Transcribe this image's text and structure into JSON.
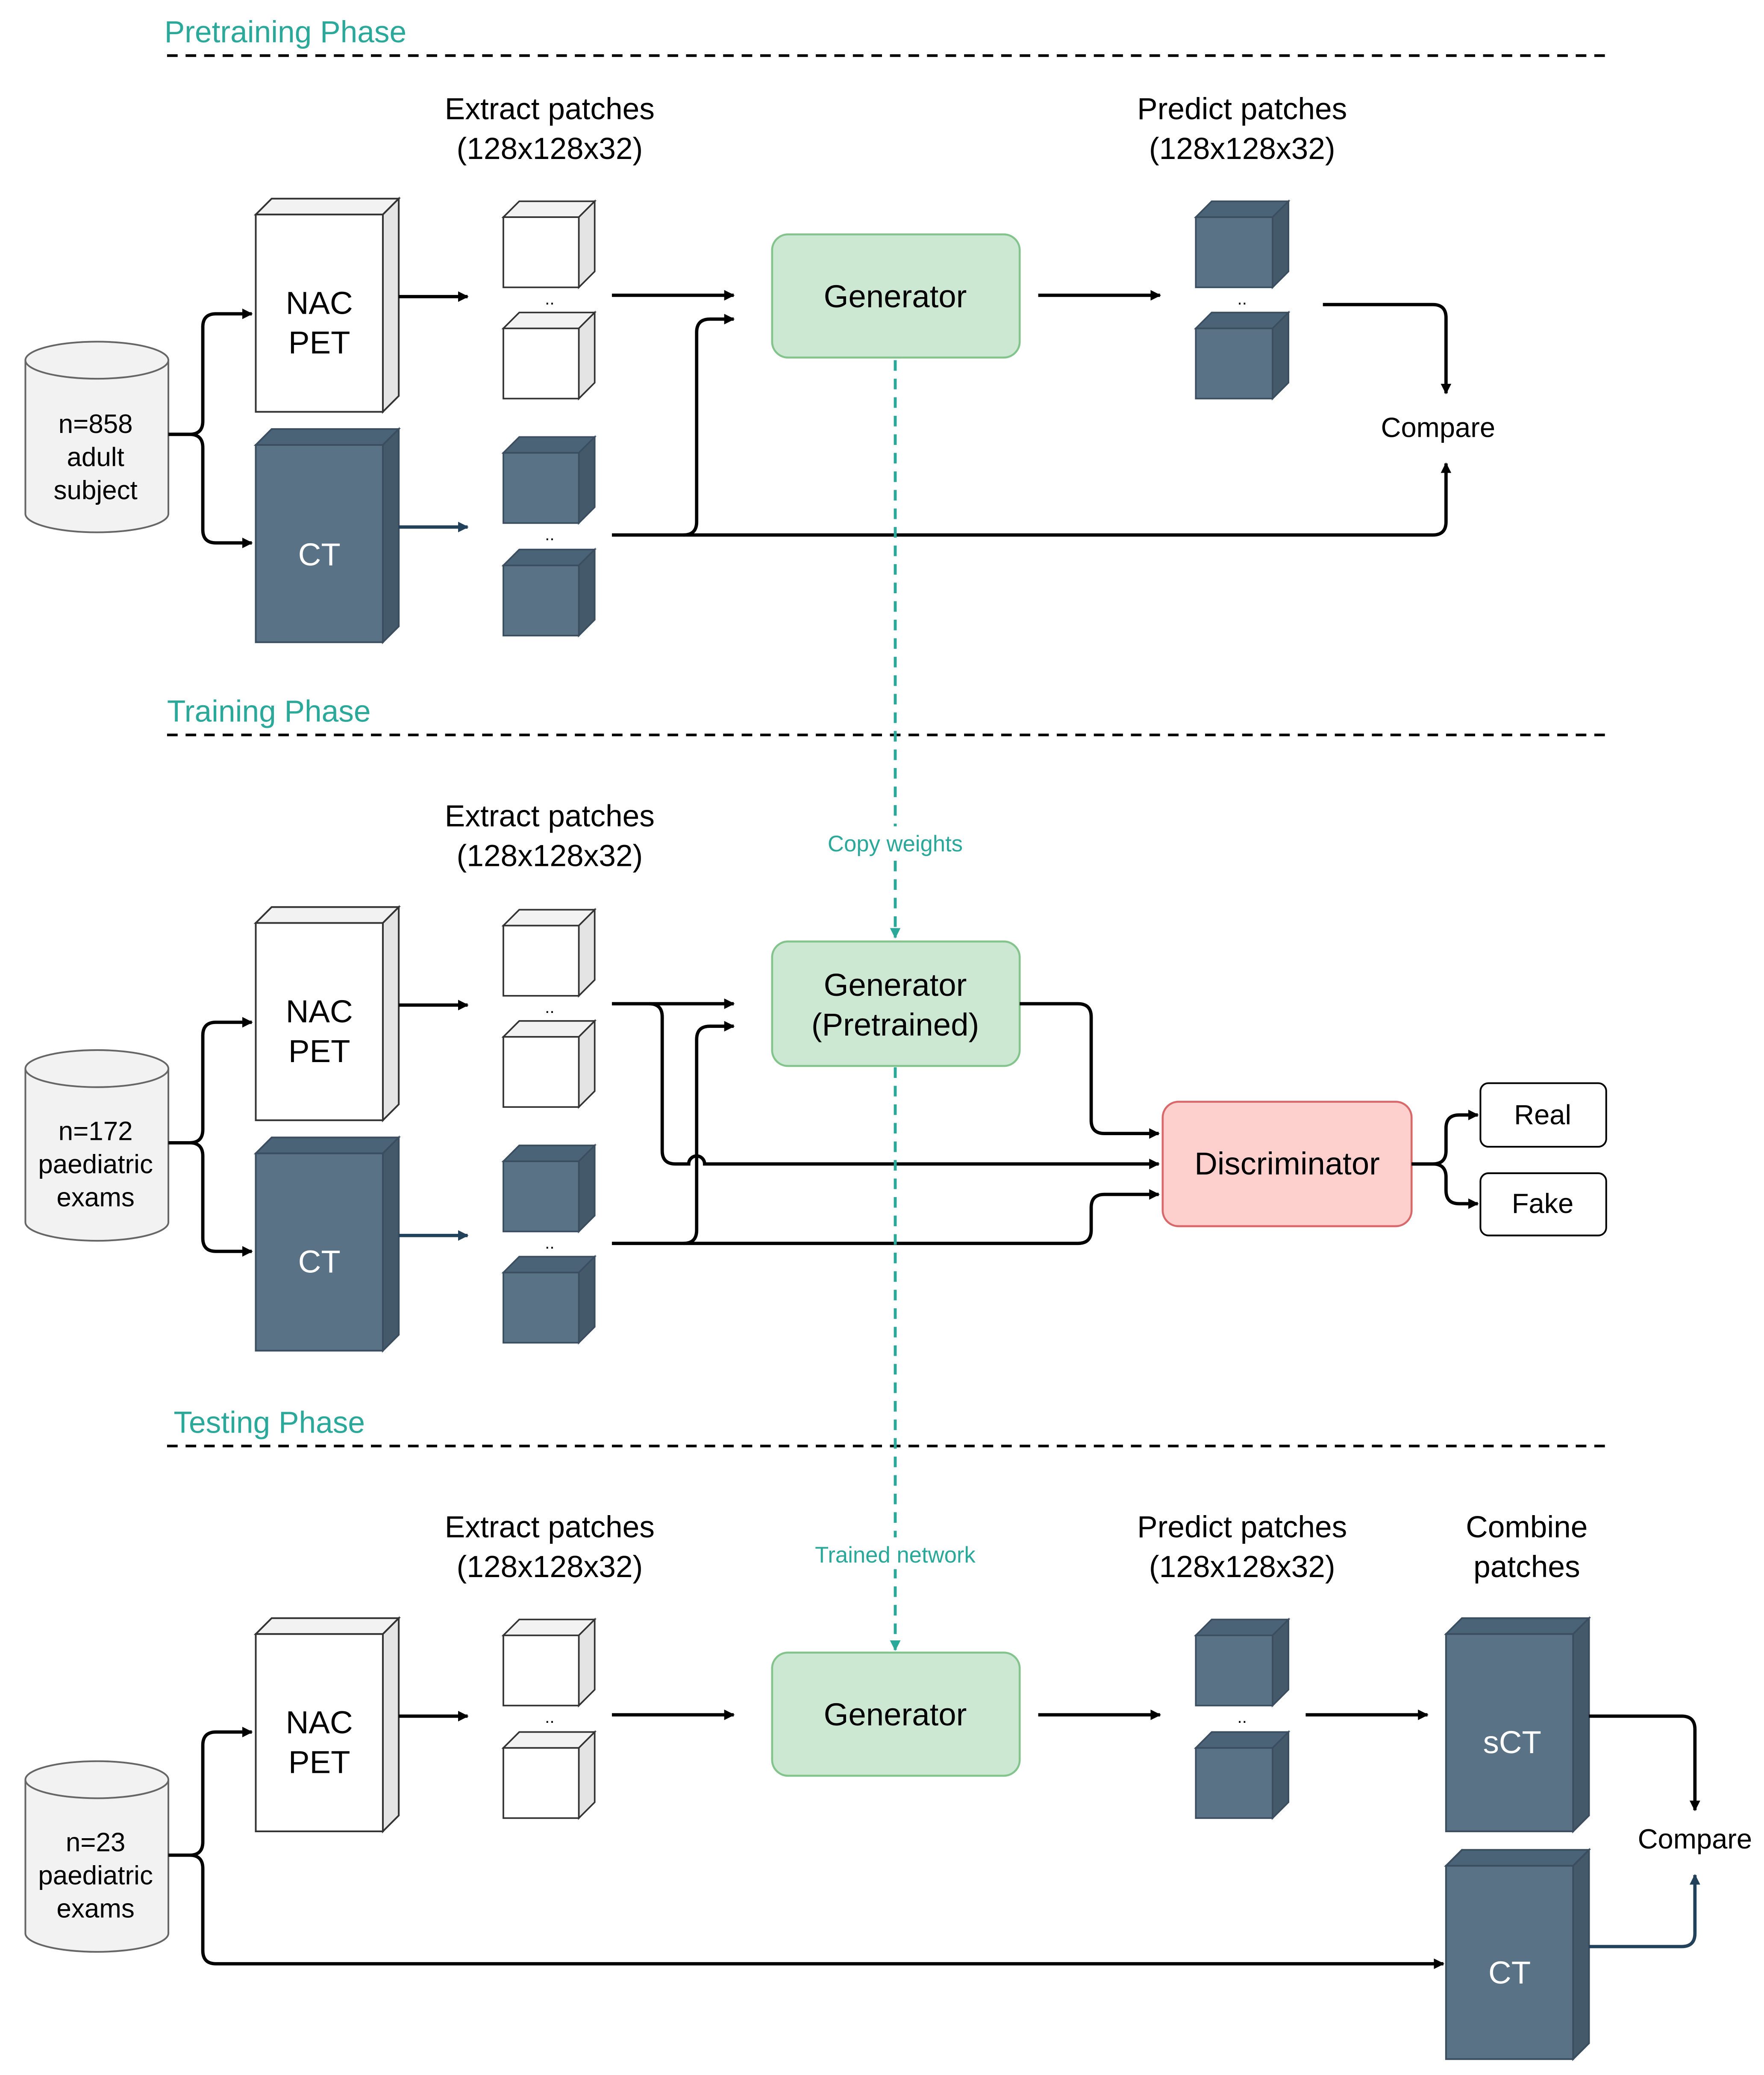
{
  "colors": {
    "phase": "#2aa89a",
    "dark_box": "#5a7286",
    "dark_box_stroke": "#3a4e60",
    "white_box": "#ffffff",
    "generator_fill": "#cde8d2",
    "generator_stroke": "#82c48c",
    "discriminator_fill": "#fdd0ce",
    "discriminator_stroke": "#d9686a",
    "db_fill": "#f2f2f2",
    "line": "#000000",
    "ct_arrow": "#22415a"
  },
  "phases": {
    "pretraining": "Pretraining Phase",
    "training": "Training Phase",
    "testing": "Testing Phase"
  },
  "datasets": {
    "pretraining": [
      "n=858",
      "adult",
      "subject"
    ],
    "training": [
      "n=172",
      "paediatric",
      "exams"
    ],
    "testing": [
      "n=23",
      "paediatric",
      "exams"
    ]
  },
  "volumes": {
    "nac_pet": [
      "NAC",
      "PET"
    ],
    "ct": "CT",
    "sct": "sCT"
  },
  "labels": {
    "extract_patches": [
      "Extract patches",
      "(128x128x32)"
    ],
    "predict_patches": [
      "Predict patches",
      "(128x128x32)"
    ],
    "combine_patches": [
      "Combine",
      "patches"
    ],
    "compare": "Compare",
    "ellipsis": ".."
  },
  "networks": {
    "generator": "Generator",
    "generator_pretrained": [
      "Generator",
      "(Pretrained)"
    ],
    "discriminator": "Discriminator",
    "real": "Real",
    "fake": "Fake"
  },
  "links": {
    "copy_weights": "Copy weights",
    "trained_network": "Trained network"
  }
}
